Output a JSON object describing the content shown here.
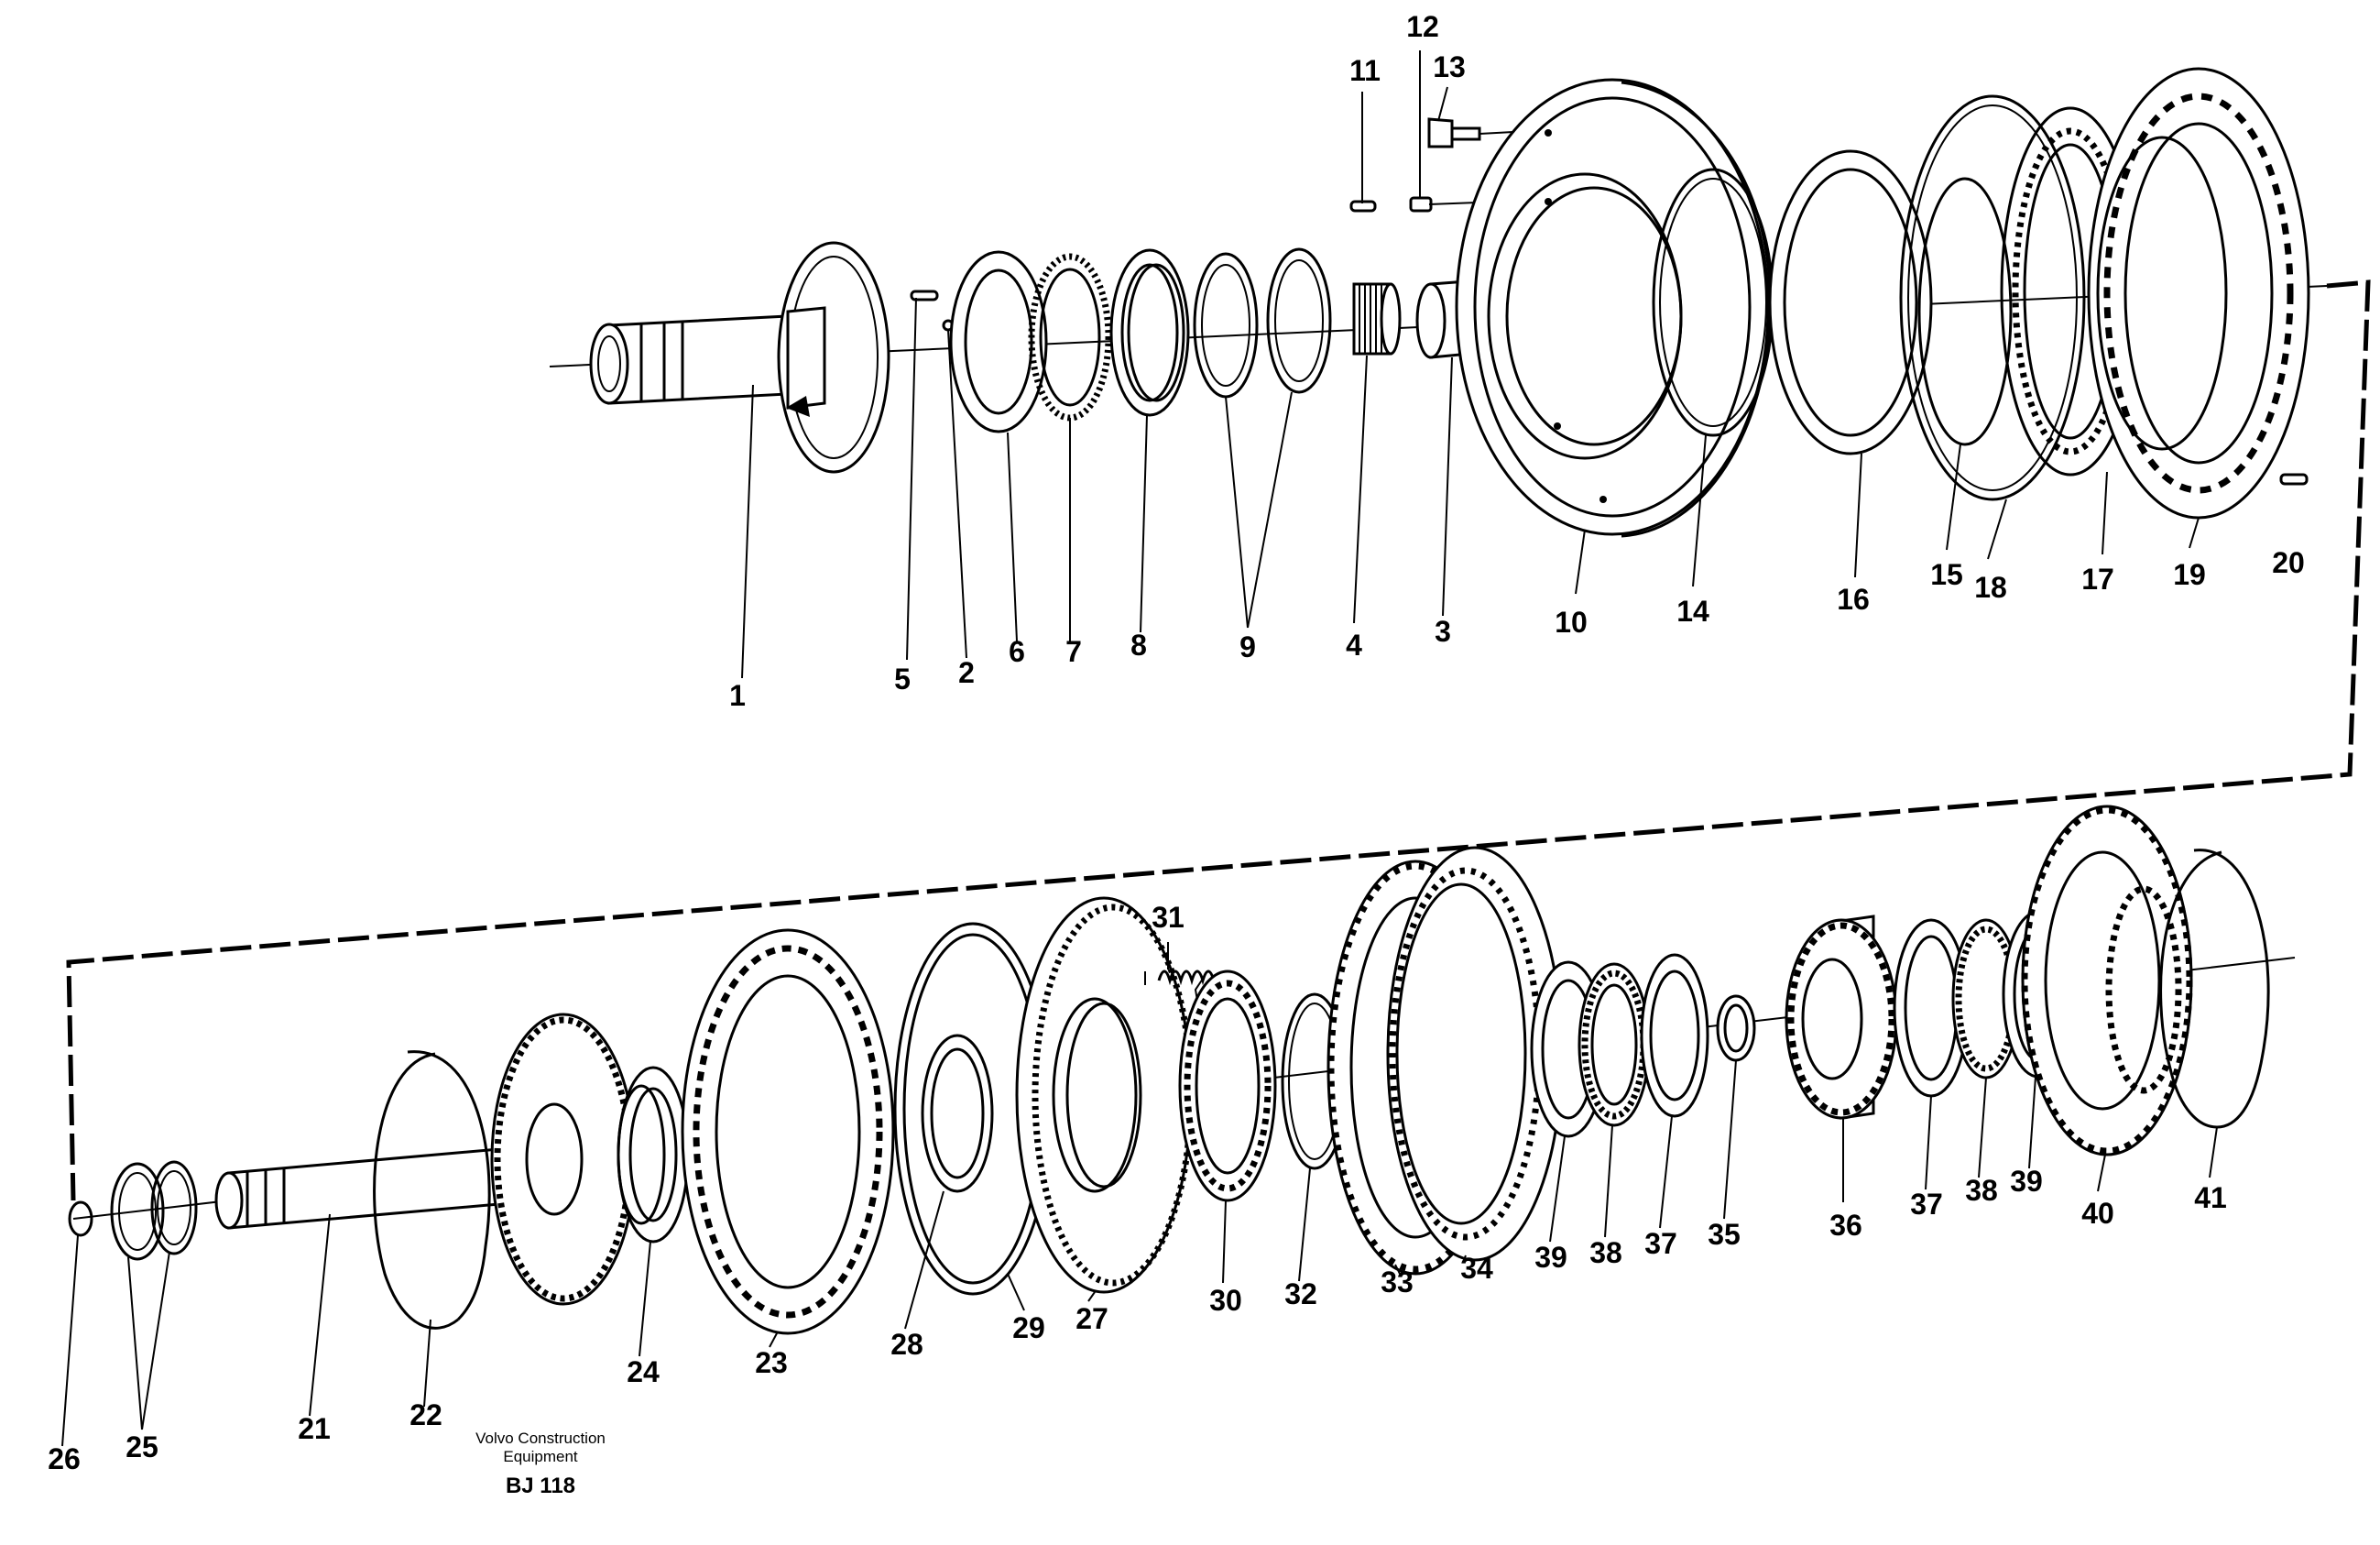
{
  "diagram": {
    "callouts_upper": [
      "1",
      "2",
      "3",
      "4",
      "5",
      "6",
      "7",
      "8",
      "9",
      "10",
      "11",
      "12",
      "13",
      "14",
      "15",
      "16",
      "17",
      "18",
      "19",
      "20"
    ],
    "callouts_lower": [
      "21",
      "22",
      "23",
      "24",
      "25",
      "26",
      "27",
      "28",
      "29",
      "30",
      "31",
      "32",
      "33",
      "34",
      "35",
      "36",
      "37",
      "38",
      "39",
      "40",
      "41"
    ],
    "callouts_lower_repeat": [
      "37",
      "38",
      "39"
    ]
  },
  "caption": {
    "brand_line1": "Volvo Construction",
    "brand_line2": "Equipment",
    "code": "BJ 118"
  }
}
